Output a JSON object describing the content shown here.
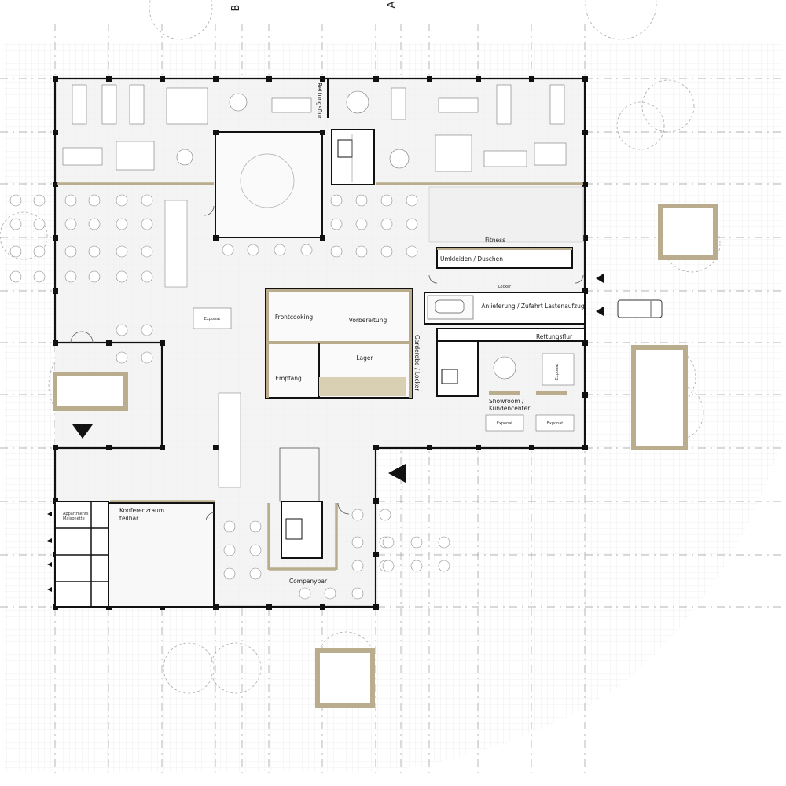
{
  "axis_labels": {
    "axis_b": "B",
    "axis_a": "A"
  },
  "rooms": {
    "rettungsflur_north": "Rettungsflur",
    "fitness": "Fitness",
    "umkleiden": "Umkleiden / Duschen",
    "locker": "Locker",
    "anlieferung": "Anlieferung / Zufahrt Lastenaufzug",
    "rettungsflur_east": "Rettungsflur",
    "frontcooking": "Frontcooking",
    "vorbereitung": "Vorbereitung",
    "garderobe": "Garderobe / Locker",
    "lager": "Lager",
    "empfang": "Empfang",
    "showroom_line1": "Showroom /",
    "showroom_line2": "Kundencenter",
    "exponat_1": "Exponat",
    "exponat_2": "Exponat",
    "exponat_3": "Exponat",
    "exponat_4": "Exponat",
    "konferenz_line1": "Konferenzraum",
    "konferenz_line2": "teilbar",
    "appartments_line1": "Appartments",
    "appartments_line2": "Maisonette",
    "companybar": "Companybar"
  },
  "colors": {
    "wall": "#111111",
    "accent_tan": "#b9ad8d",
    "grid_line": "#e6e6e6",
    "axis_dash": "#9a9a9a"
  }
}
